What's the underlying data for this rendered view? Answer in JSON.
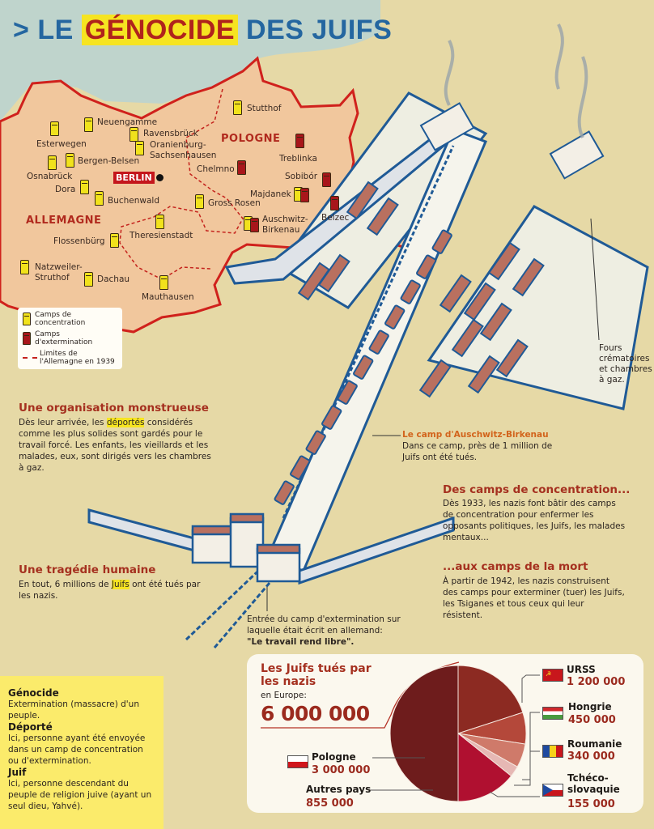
{
  "title": {
    "prefix": ">",
    "part1": "LE",
    "highlight": "GÉNOCIDE",
    "part2": "DES JUIFS"
  },
  "map": {
    "countries": {
      "germany": "ALLEMAGNE",
      "poland": "POLOGNE"
    },
    "capital": "BERLIN",
    "camps": [
      {
        "name": "Stutthof",
        "type": "concentration"
      },
      {
        "name": "Neuengamme",
        "type": "concentration"
      },
      {
        "name": "Esterwegen",
        "type": "concentration"
      },
      {
        "name": "Ravensbrück",
        "type": "concentration"
      },
      {
        "name": "Oranienburg-",
        "name2": "Sachsenhausen",
        "type": "concentration"
      },
      {
        "name": "Bergen-Belsen",
        "type": "concentration"
      },
      {
        "name": "Osnabrück",
        "type": "concentration"
      },
      {
        "name": "Dora",
        "type": "concentration"
      },
      {
        "name": "Buchenwald",
        "type": "concentration"
      },
      {
        "name": "Treblinka",
        "type": "extermination"
      },
      {
        "name": "Chelmno",
        "type": "extermination"
      },
      {
        "name": "Sobibór",
        "type": "extermination"
      },
      {
        "name": "Majdanek",
        "type": "both"
      },
      {
        "name": "Gross Rosen",
        "type": "concentration"
      },
      {
        "name": "Auschwitz-",
        "name2": "Birkenau",
        "type": "both"
      },
      {
        "name": "Belzec",
        "type": "extermination"
      },
      {
        "name": "Theresienstadt",
        "type": "concentration"
      },
      {
        "name": "Flossenbürg",
        "type": "concentration"
      },
      {
        "name": "Natzweiler-",
        "name2": "Struthof",
        "type": "concentration"
      },
      {
        "name": "Dachau",
        "type": "concentration"
      },
      {
        "name": "Mauthausen",
        "type": "concentration"
      }
    ],
    "legend": {
      "concentration": "Camps de concentration",
      "extermination": "Camps d'extermination",
      "border": "Limites de l'Allemagne en 1939"
    }
  },
  "sections": {
    "organisation": {
      "title": "Une organisation monstrueuse",
      "pre": "Dès leur arrivée, les ",
      "mark": "déportés",
      "post": " considérés comme les plus solides sont gardés pour le travail forcé. Les enfants, les vieillards et les malades, eux, sont dirigés vers les chambres à gaz."
    },
    "tragedie": {
      "title": "Une tragédie humaine",
      "pre": "En tout, 6 millions de ",
      "mark": "Juifs",
      "post": " ont été tués par les nazis."
    },
    "auschwitz": {
      "title": "Le camp d'Auschwitz-Birkenau",
      "body": "Dans ce camp, près de 1 million de Juifs ont été tués."
    },
    "concentration": {
      "title": "Des camps de concentration...",
      "body": "Dès 1933, les nazis font bâtir des camps de concentration pour enfermer les opposants politiques, les Juifs, les malades mentaux..."
    },
    "mort": {
      "title": "...aux camps de la mort",
      "body": "À partir de 1942, les nazis construisent des camps pour exterminer (tuer) les Juifs, les Tsiganes et tous ceux qui leur résistent."
    },
    "entree": {
      "body": "Entrée du camp d'extermination sur laquelle était écrit en allemand:",
      "quote": "\"Le travail rend libre\"."
    },
    "fours": {
      "body": "Fours crématoires et chambres à gaz."
    }
  },
  "glossary": [
    {
      "term": "Génocide",
      "def": "Extermination (massacre) d'un peuple."
    },
    {
      "term": "Déporté",
      "def": "Ici, personne ayant été envoyée dans un camp de concentration ou d'extermination."
    },
    {
      "term": "Juif",
      "def": "Ici, personne descendant du peuple de religion juive (ayant un seul dieu, Yahvé)."
    }
  ],
  "chart_data": {
    "type": "pie",
    "title": "Les Juifs tués par les nazis",
    "subtitle": "en Europe:",
    "total_label": "6 000 000",
    "total": 6000000,
    "slices": [
      {
        "label": "URSS",
        "value": 1200000,
        "value_label": "1 200 000",
        "color": "#8c2a22"
      },
      {
        "label": "Hongrie",
        "value": 450000,
        "value_label": "450 000",
        "color": "#b4483a"
      },
      {
        "label": "Roumanie",
        "value": 340000,
        "value_label": "340 000",
        "color": "#cf7a6a"
      },
      {
        "label": "Tchéco-slovaquie",
        "value": 155000,
        "value_label": "155 000",
        "color": "#e6b8b4"
      },
      {
        "label": "Autres pays",
        "value": 855000,
        "value_label": "855 000",
        "color": "#b01030"
      },
      {
        "label": "Pologne",
        "value": 3000000,
        "value_label": "3 000 000",
        "color": "#6e1c1c"
      }
    ]
  }
}
